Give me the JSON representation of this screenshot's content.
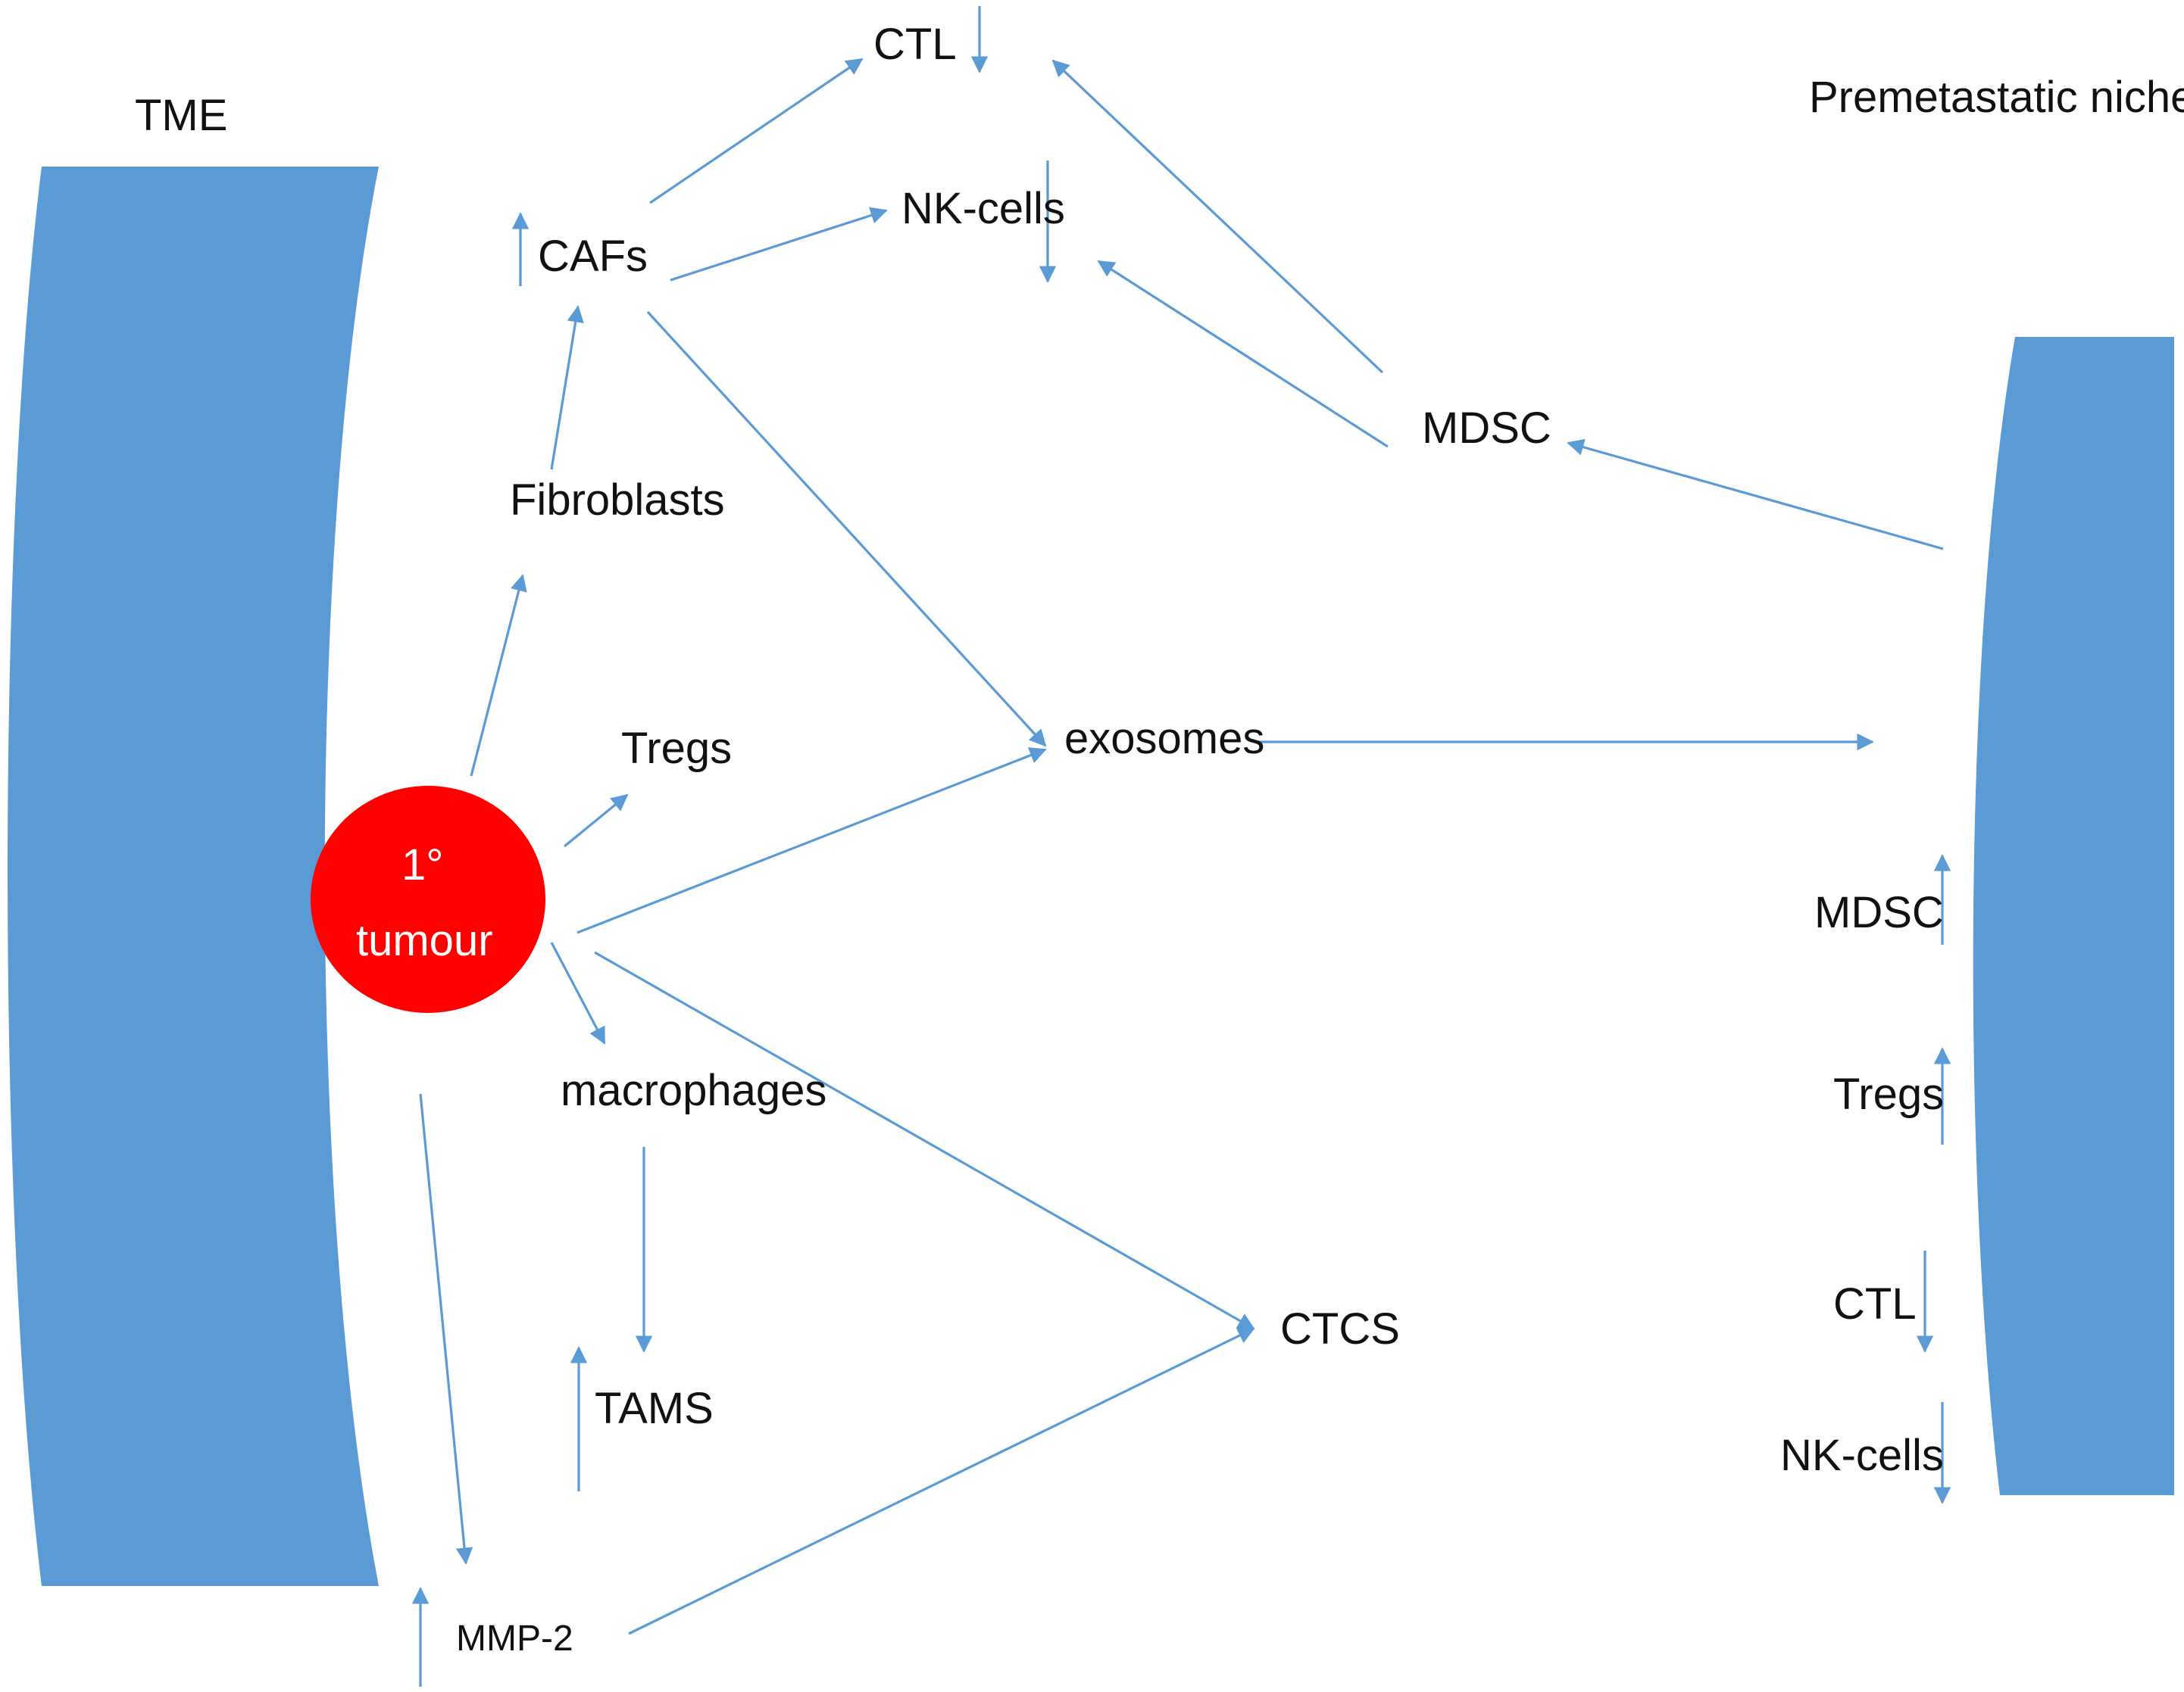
{
  "colors": {
    "panel": "#5b9bd5",
    "arrow": "#5b9bd5",
    "tumour": "#ff0000",
    "text": "#111111",
    "tumour_text": "#ffffff"
  },
  "regions": {
    "left": "TME",
    "right": "Premetastatic niche"
  },
  "tumour": {
    "line1": "1°",
    "line2": "tumour"
  },
  "nodes": {
    "ctl_top": "CTL",
    "nk_top": "NK-cells",
    "cafs": "CAFs",
    "fibroblasts": "Fibroblasts",
    "mdsc_top": "MDSC",
    "tregs": "Tregs",
    "exosomes": "exosomes",
    "macrophages": "macrophages",
    "tams": "TAMS",
    "ctcs": "CTCS",
    "mmp2": "MMP-2"
  },
  "niche": {
    "mdsc": "MDSC",
    "tregs": "Tregs",
    "ctl": "CTL",
    "nk": "NK-cells"
  },
  "indicators": {
    "ctl_top": "down",
    "nk_top": "down",
    "cafs": "up",
    "tams": "up",
    "mmp2": "up",
    "niche_mdsc": "up",
    "niche_tregs": "up",
    "niche_ctl": "down",
    "niche_nk": "down"
  }
}
